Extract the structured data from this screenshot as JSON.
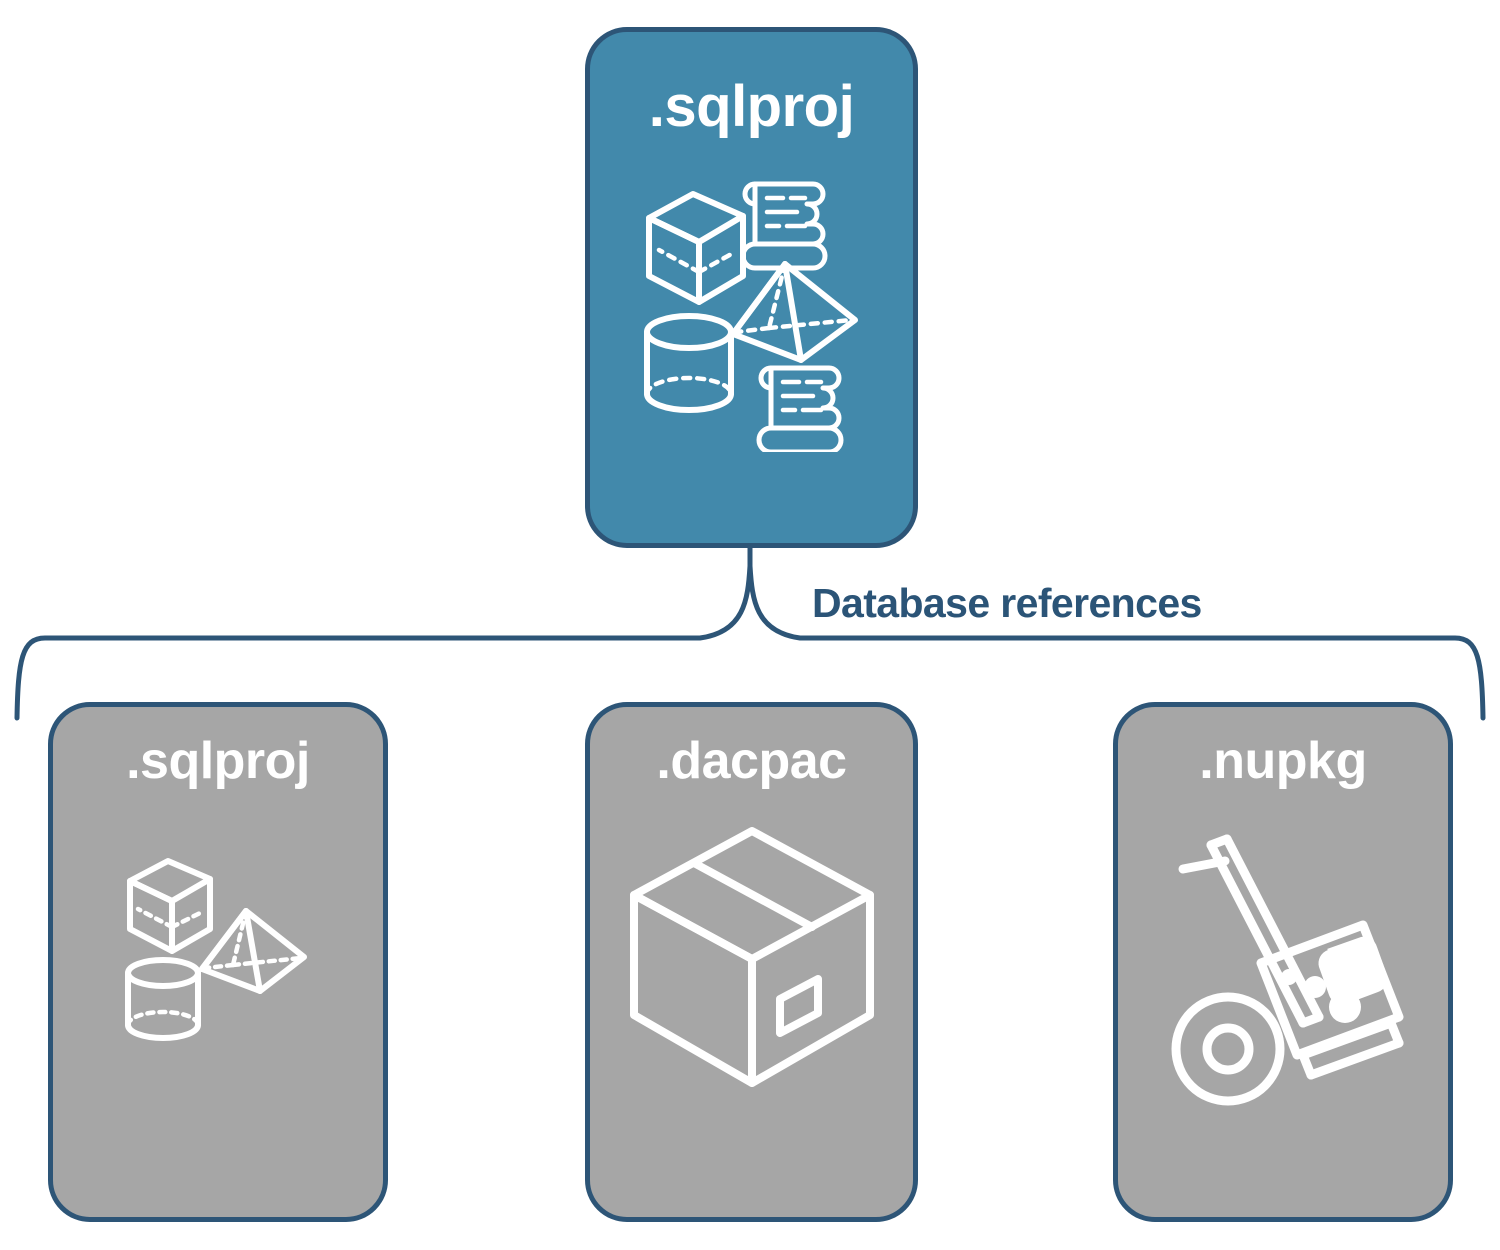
{
  "diagram": {
    "title": "SQL project database references",
    "colors": {
      "accent_teal": "#4289ab",
      "border_navy": "#2d5577",
      "card_grey": "#a6a6a6",
      "label_navy": "#2b5477",
      "icon_white": "#ffffff"
    },
    "root": {
      "label": ".sqlproj",
      "icons": [
        "cube-icon",
        "scroll-icon",
        "pyramid-icon",
        "cylinder-icon",
        "scroll-icon"
      ]
    },
    "connector": {
      "label": "Database references",
      "style": "curly-brace"
    },
    "children": [
      {
        "label": ".sqlproj",
        "icons": [
          "cube-icon",
          "pyramid-icon",
          "cylinder-icon"
        ]
      },
      {
        "label": ".dacpac",
        "icons": [
          "package-box-icon"
        ]
      },
      {
        "label": ".nupkg",
        "icons": [
          "hand-truck-icon",
          "nuget-package-icon"
        ]
      }
    ]
  }
}
